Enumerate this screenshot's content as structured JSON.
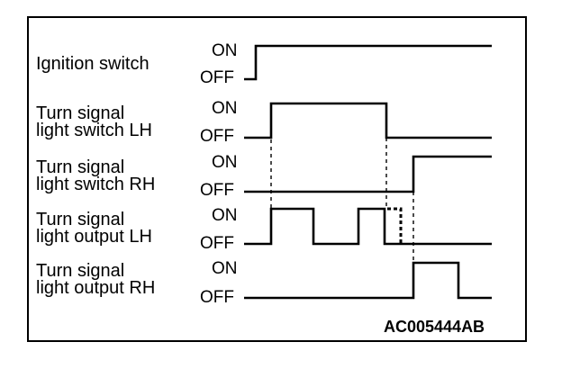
{
  "signals": [
    {
      "label_line1": "Ignition switch",
      "label_line2": "",
      "on": "ON",
      "off": "OFF"
    },
    {
      "label_line1": "Turn signal",
      "label_line2": "light switch LH",
      "on": "ON",
      "off": "OFF"
    },
    {
      "label_line1": "Turn signal",
      "label_line2": "light switch RH",
      "on": "ON",
      "off": "OFF"
    },
    {
      "label_line1": "Turn signal",
      "label_line2": "light output LH",
      "on": "ON",
      "off": "OFF"
    },
    {
      "label_line1": "Turn signal",
      "label_line2": "light output RH",
      "on": "ON",
      "off": "OFF"
    }
  ],
  "figure_code": "AC005444AB"
}
